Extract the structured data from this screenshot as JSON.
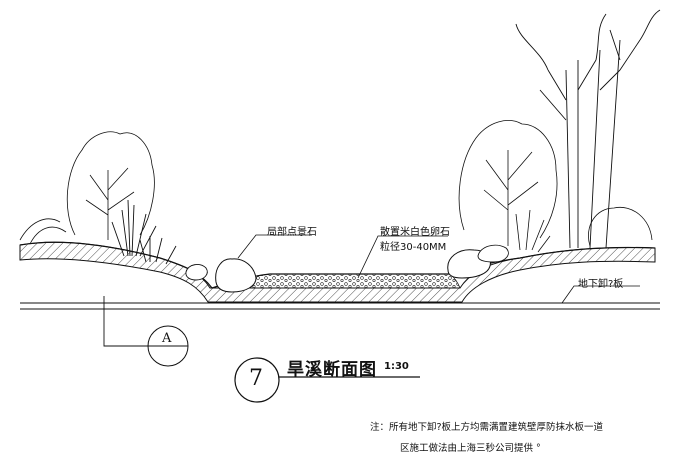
{
  "labels": {
    "rock": "局部点景石",
    "pebble_line1": "散置米白色卵石",
    "pebble_line2": "粒径30-40MM",
    "water_board": "地下卸?板"
  },
  "section_marker": {
    "letter": "A"
  },
  "title": {
    "number": "7",
    "text": "旱溪断面图",
    "scale": "1:30"
  },
  "note": {
    "line1": "注：所有地下卸?板上方均需满置建筑壁厚防抹水板一道",
    "line2": "区施工做法由上海三秒公司提供 °"
  },
  "colors": {
    "ink": "#111111",
    "background": "#ffffff"
  }
}
